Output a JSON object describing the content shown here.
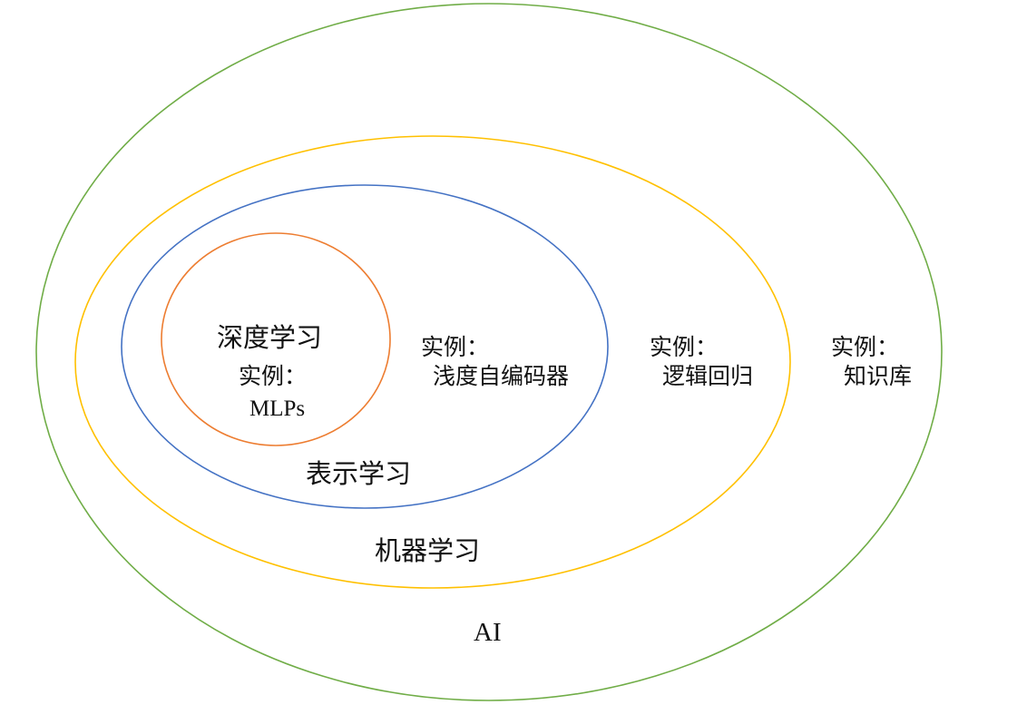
{
  "diagram": {
    "colors": {
      "ai": "#70ad47",
      "ml": "#ffc000",
      "rl": "#4472c4",
      "dl": "#ed7d31",
      "text": "#111111",
      "background": "#ffffff"
    },
    "sets": {
      "ai": {
        "name": "AI",
        "example_prefix": "实例：",
        "example": "知识库"
      },
      "ml": {
        "name": "机器学习",
        "example_prefix": "实例：",
        "example": "逻辑回归"
      },
      "rl": {
        "name": "表示学习",
        "example_prefix": "实例：",
        "example": "浅度自编码器"
      },
      "dl": {
        "name": "深度学习",
        "example_prefix": "实例：",
        "example": "MLPs"
      }
    }
  }
}
